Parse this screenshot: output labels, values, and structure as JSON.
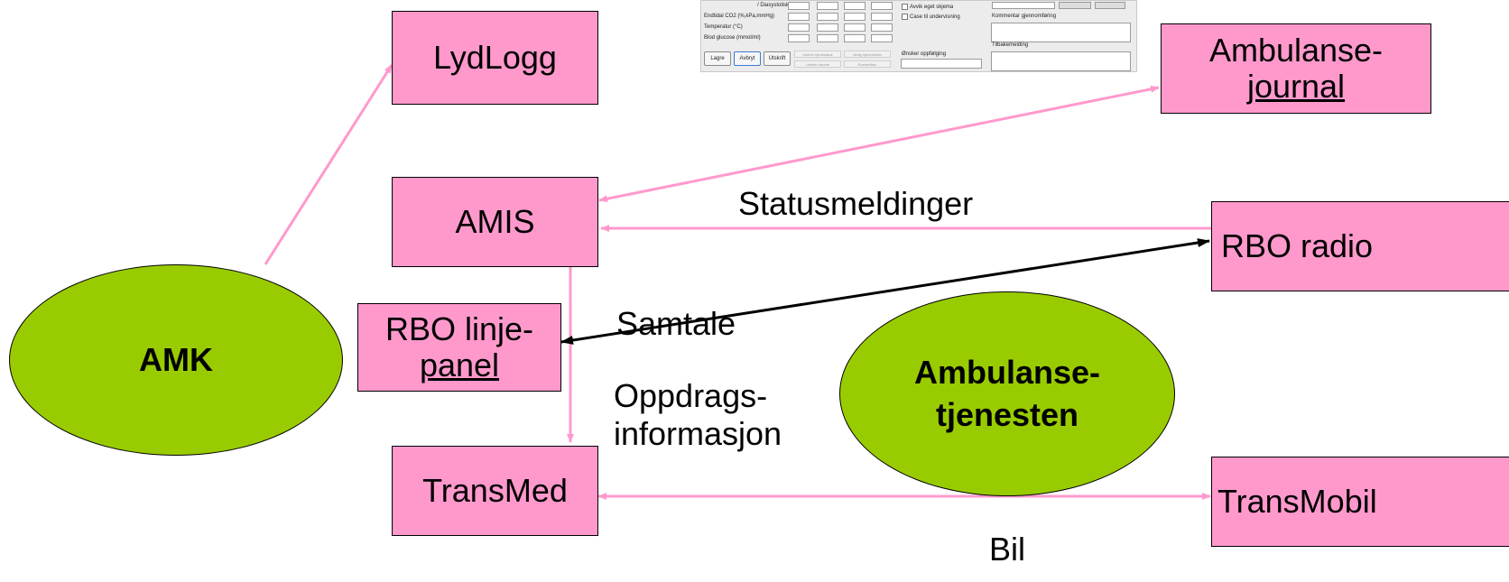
{
  "colors": {
    "box_fill": "#ff99cc",
    "ellipse_fill": "#99cc00",
    "pink_arrow": "#ff99cc",
    "black_arrow": "#000000"
  },
  "nodes": {
    "lydlogg": "LydLogg",
    "ambulansejournal": [
      "Ambulanse-",
      "journal"
    ],
    "amis": "AMIS",
    "rbo_radio": "RBO radio",
    "rbo_linjepanel": [
      "RBO linje-",
      "panel"
    ],
    "transmed": "TransMed",
    "transmobil": "TransMobil",
    "amk": "AMK",
    "ambulansetjenesten": [
      "Ambulanse-",
      "tjenesten"
    ]
  },
  "labels": {
    "statusmeldinger": "Statusmeldinger",
    "samtale": "Samtale",
    "oppdrag_line1": "Oppdrags-",
    "oppdrag_line2": "informasjon",
    "bil": "Bil"
  },
  "form_thumbnail": {
    "row_diastolisk": "/ Diasystolisk",
    "row_co2": "Endtidal CO2 (%,kPa,mmHg)",
    "row_temp": "Temperatur (°C)",
    "row_glucose": "Blod glucose (mmol/ml)",
    "check_avvik": "Avvik eget skjema",
    "check_case": "Case til undervisning",
    "label_kommentar": "Kommentar gjennomføring",
    "label_tilbakemelding": "Tilbakemelding",
    "label_onsker": "Ønsker oppfølging",
    "btn_lagre": "Lagre",
    "btn_avbryt": "Avbryt",
    "btn_utskrift": "Utskrift",
    "btn_utstein_hjertestans": "Utstein hjertestans",
    "btn_utstein_traume": "Utstein traume",
    "btn_mulig_hjerteinfarkt": "Mulig hjerteinfarkt",
    "btn_rushmedisin": "Rusmedisin"
  }
}
